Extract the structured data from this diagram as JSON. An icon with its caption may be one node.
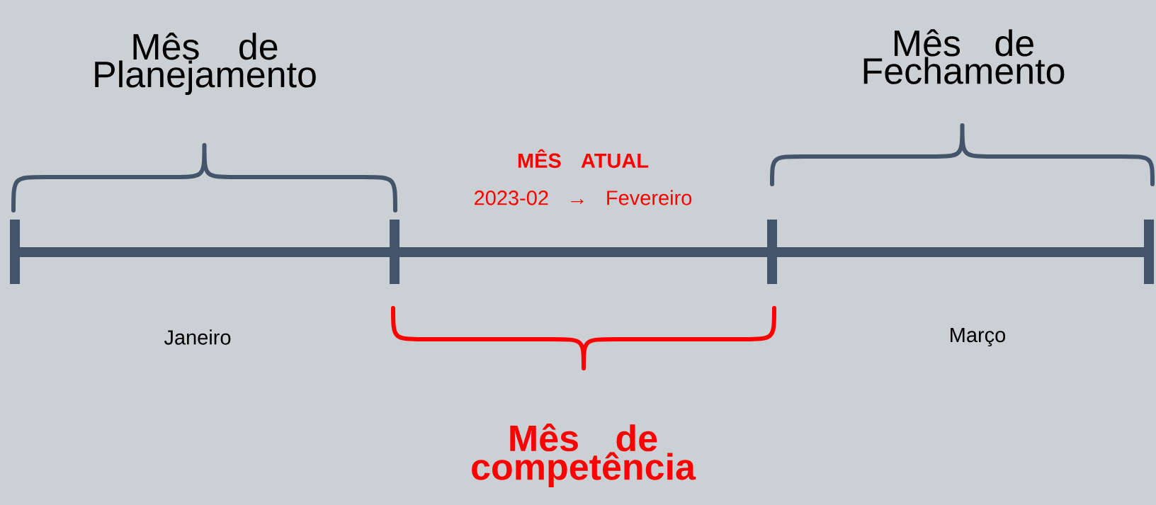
{
  "diagram": {
    "labels": [
      "Mês de Planejamento",
      "Mês de Fechamento",
      "MÊS ATUAL",
      "2023-02 → Fevereiro",
      "Janeiro",
      "Março",
      "Mês de competência"
    ]
  }
}
